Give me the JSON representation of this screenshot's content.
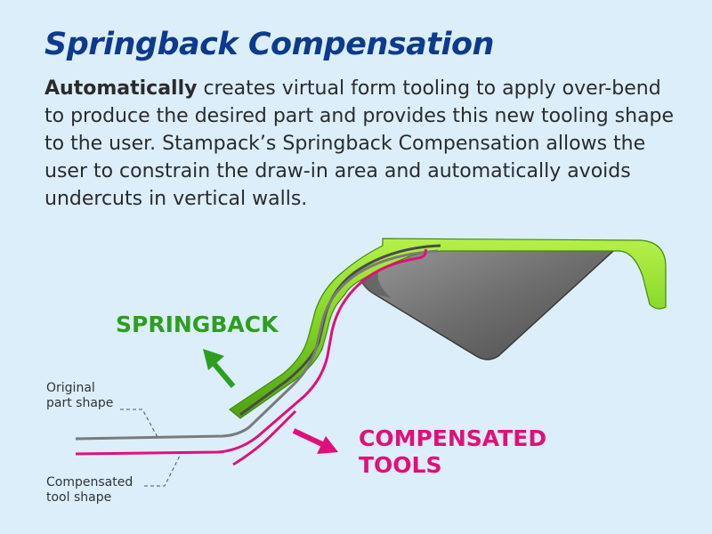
{
  "title": "Springback Compensation",
  "description": {
    "lead": "Automatically",
    "rest": " creates virtual form tooling to apply over-bend to produce the desired part and provides this new tooling shape to the user. Stampack’s Springback Compensation allows the user to constrain the draw-in area and automatically avoids undercuts in vertical walls."
  },
  "labels": {
    "springback": "SPRINGBACK",
    "compensated_tools": "COMPENSATED TOOLS",
    "original_part_shape_line1": "Original",
    "original_part_shape_line2": "part shape",
    "compensated_tool_shape_line1": "Compensated",
    "compensated_tool_shape_line2": "tool shape"
  },
  "colors": {
    "background": "#dbeefa",
    "title": "#0d3a8e",
    "springback": "#2e9e1f",
    "compensated": "#e0107a",
    "tool_green": "#7ed321",
    "punch_gray": "#707070"
  }
}
